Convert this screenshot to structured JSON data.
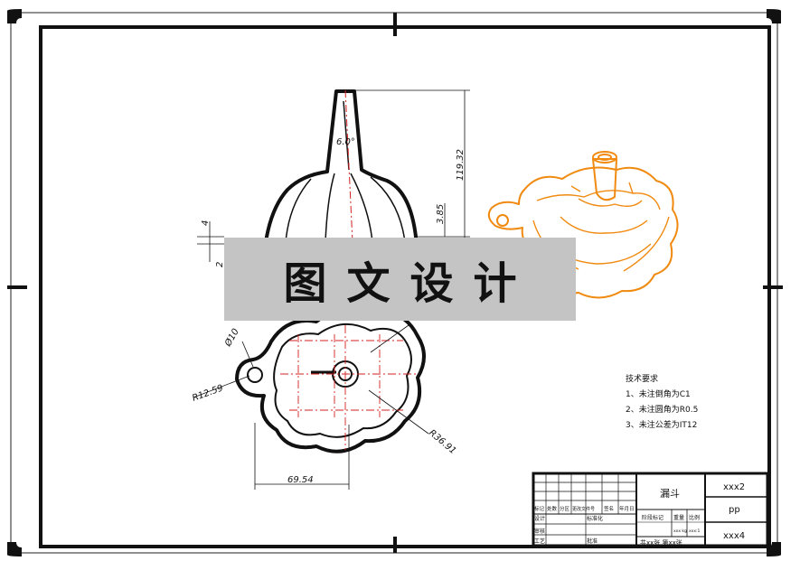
{
  "banner": {
    "text": "图文设计"
  },
  "dimensions": {
    "angle": "6.0°",
    "height": "119.32",
    "small_v": "3.85",
    "left_top": "4",
    "left_bottom": "2",
    "hole": "Ø10",
    "radius_small": "R12.59",
    "radius_large": "R36.91",
    "width": "69.54"
  },
  "notes": {
    "title": "技术要求",
    "items": [
      "1、未注倒角为C1",
      "2、未注圆角为R0.5",
      "3、未注公差为IT12"
    ]
  },
  "title_block": {
    "part_name": "漏斗",
    "code1": "xxx2",
    "code2": "pp",
    "code3": "xxx4",
    "headers": [
      "标记",
      "处数",
      "分区",
      "更改文件号",
      "签名",
      "年月日"
    ],
    "row_design": "设计",
    "row_std": "标准化",
    "row_review": "审核",
    "row_process": "工艺",
    "row_approve": "批准",
    "stage_label": "阶段标记",
    "weight_label": "重量",
    "scale_label": "比例",
    "weight_val": "xxx kg",
    "scale_val": "xxx:1",
    "sheets": "共xx张 第xx张"
  },
  "colors": {
    "line": "#111111",
    "center": "#d42020",
    "render": "#f08a10",
    "banner": "#c4c4c4"
  }
}
